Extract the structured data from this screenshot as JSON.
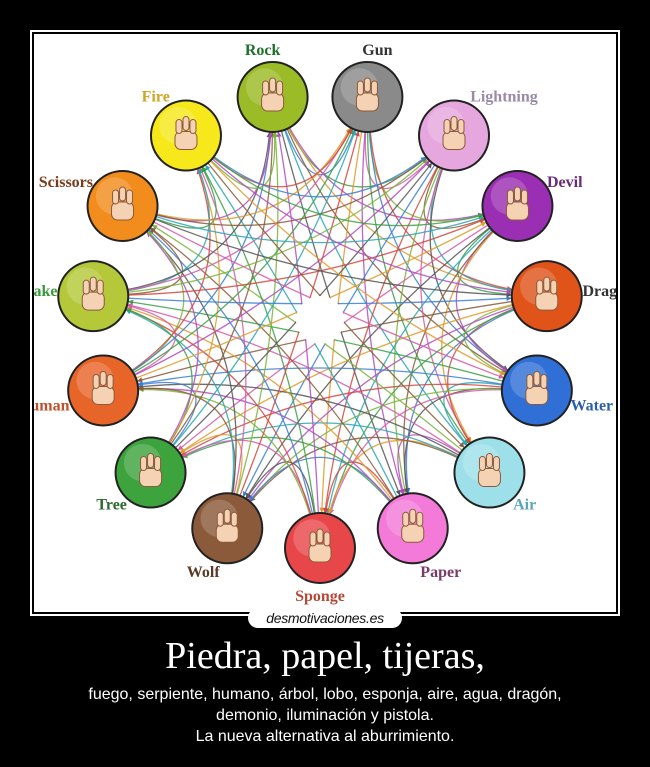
{
  "poster": {
    "nodes": [
      {
        "label": "Rock",
        "color": "#9bbb27",
        "label_color": "#1f6f2a",
        "icon": "fist-hand-icon"
      },
      {
        "label": "Gun",
        "color": "#8a8a8a",
        "label_color": "#333333",
        "icon": "finger-gun-hand-icon"
      },
      {
        "label": "Lightning",
        "color": "#e6a6de",
        "label_color": "#9a8aa8",
        "icon": "lightning-hand-icon"
      },
      {
        "label": "Devil",
        "color": "#9b2fb4",
        "label_color": "#6a2a7a",
        "icon": "devil-horns-hand-icon"
      },
      {
        "label": "Dragon",
        "color": "#e0541a",
        "label_color": "#333333",
        "icon": "dragon-hand-icon"
      },
      {
        "label": "Water",
        "color": "#2f6fd6",
        "label_color": "#2a5fa8",
        "icon": "water-hand-icon"
      },
      {
        "label": "Air",
        "color": "#9ee0ea",
        "label_color": "#5aa6b8",
        "icon": "air-hand-icon"
      },
      {
        "label": "Paper",
        "color": "#f37ad8",
        "label_color": "#7a3a6a",
        "icon": "flat-hand-icon"
      },
      {
        "label": "Sponge",
        "color": "#e8474a",
        "label_color": "#b24a36",
        "icon": "sponge-hand-icon"
      },
      {
        "label": "Wolf",
        "color": "#8a5a3a",
        "label_color": "#5a3a24",
        "icon": "wolf-hand-icon"
      },
      {
        "label": "Tree",
        "color": "#3da33d",
        "label_color": "#2a6a2a",
        "icon": "thumbs-down-hand-icon"
      },
      {
        "label": "Human",
        "color": "#e8652a",
        "label_color": "#c0502a",
        "icon": "walking-fingers-hand-icon"
      },
      {
        "label": "Snake",
        "color": "#b4c83a",
        "label_color": "#3a9a3a",
        "icon": "snake-hand-icon"
      },
      {
        "label": "Scissors",
        "color": "#f28c1c",
        "label_color": "#7a3a1a",
        "icon": "scissors-hand-icon"
      },
      {
        "label": "Fire",
        "color": "#f6e81a",
        "label_color": "#d0a520",
        "icon": "three-fingers-hand-icon"
      }
    ],
    "line_colors": [
      "#d2483c",
      "#3c7fd2",
      "#3aa046",
      "#b04bc0",
      "#e09a2a",
      "#8a5a3a",
      "#2aa6b4",
      "#555555",
      "#d65aa8",
      "#7ab43a"
    ]
  },
  "watermark": "desmotivaciones.es",
  "caption": {
    "title": "Piedra, papel, tijeras,",
    "line1": "fuego, serpiente, humano, árbol, lobo, esponja, aire, agua, dragón,",
    "line2": "demonio, iluminación y pistola.",
    "line3": "La nueva alternativa al aburrimiento."
  }
}
